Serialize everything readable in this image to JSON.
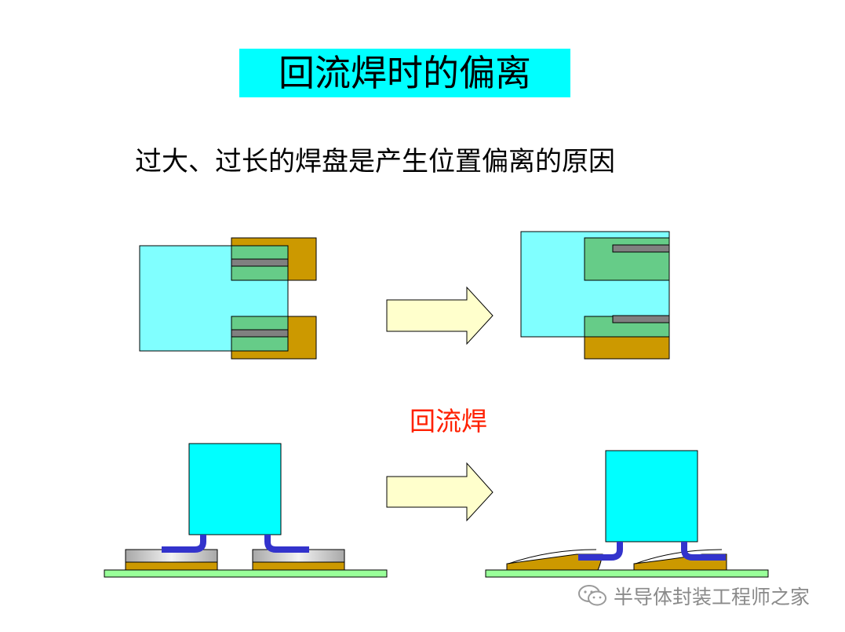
{
  "title": "回流焊时的偏离",
  "subtitle": "过大、过长的焊盘是产生位置偏离的原因",
  "process_label": "回流焊",
  "watermark": "半导体封装工程师之家",
  "colors": {
    "title_bg": "#00ffff",
    "component_cyan": "#00ffff",
    "component_light": "#80ffff",
    "pad_brown": "#cc9900",
    "overlap_green": "#66cc88",
    "lead_gray": "#808080",
    "arrow_fill": "#ffffcc",
    "pcb_green": "#99ff99",
    "lead_blue": "#3333cc",
    "process_red": "#ff2000"
  },
  "icons": [
    "right-arrow-icon",
    "wechat-icon"
  ]
}
